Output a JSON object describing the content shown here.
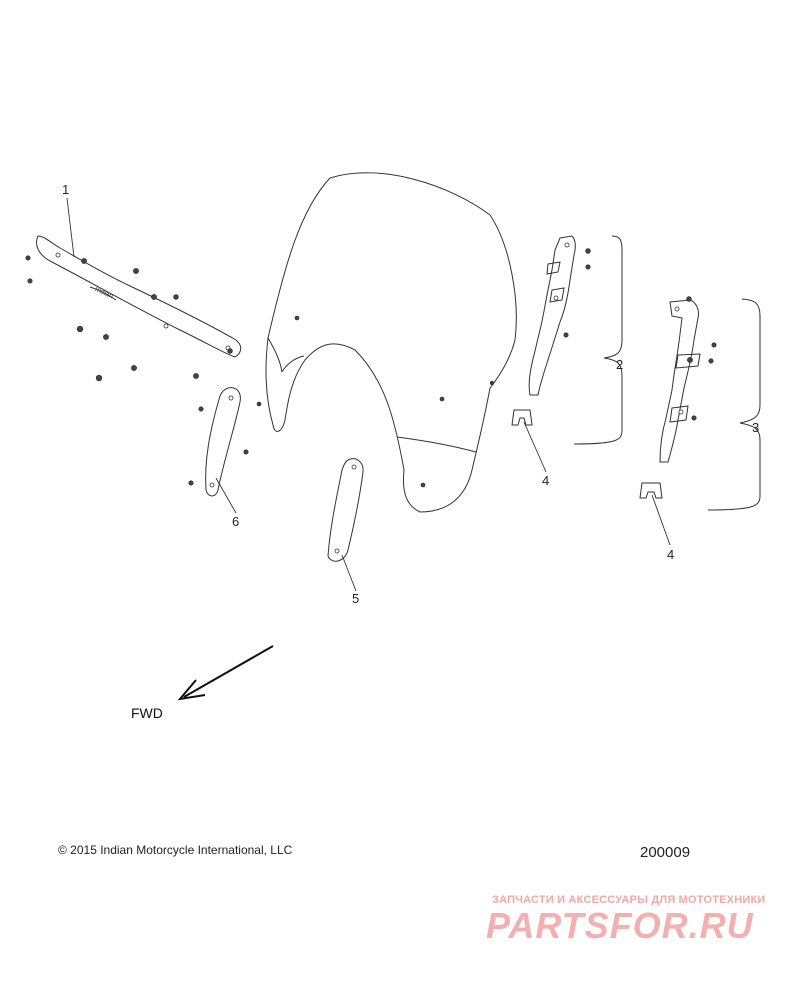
{
  "diagram": {
    "callouts": [
      {
        "id": "callout-1",
        "text": "1"
      },
      {
        "id": "callout-2",
        "text": "2"
      },
      {
        "id": "callout-3",
        "text": "3"
      },
      {
        "id": "callout-4a",
        "text": "4"
      },
      {
        "id": "callout-4b",
        "text": "4"
      },
      {
        "id": "callout-5",
        "text": "5"
      },
      {
        "id": "callout-6",
        "text": "6"
      }
    ],
    "direction_label": "FWD"
  },
  "footer": {
    "copyright": "© 2015 Indian Motorcycle International, LLC",
    "diagram_number": "200009"
  },
  "watermark": {
    "tagline": "ЗАПЧАСТИ И АКСЕССУАРЫ ДЛЯ МОТОТЕХНИКИ",
    "logo_text": "PARTSFOR.RU"
  }
}
